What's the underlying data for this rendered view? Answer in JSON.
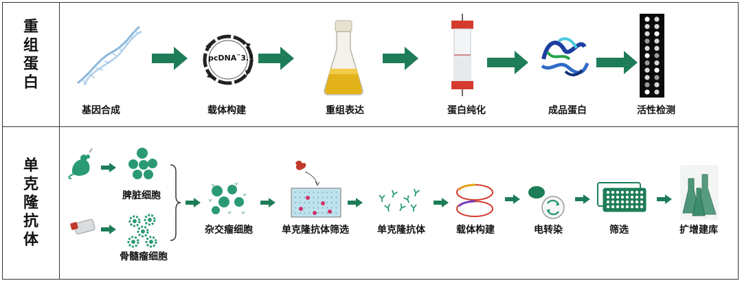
{
  "rows": [
    {
      "title": "重组蛋白"
    },
    {
      "title": "单克隆抗体"
    }
  ],
  "recombinant": {
    "steps": [
      "基因合成",
      "载体构建",
      "重组表达",
      "蛋白纯化",
      "成品蛋白",
      "活性检测"
    ],
    "plasmid": {
      "name": "pcDNA",
      "sup": "™",
      "version": "3.1"
    }
  },
  "antibody": {
    "inputs": [
      "脾脏细胞",
      "骨髓瘤细胞"
    ],
    "steps": [
      "杂交瘤细胞",
      "单克隆抗体筛选",
      "单克隆抗体",
      "载体构建",
      "电转染",
      "筛选",
      "扩增建库"
    ]
  },
  "colors": {
    "arrow": "#1e7d58",
    "teal": "#2a9a73",
    "border": "#333333"
  }
}
